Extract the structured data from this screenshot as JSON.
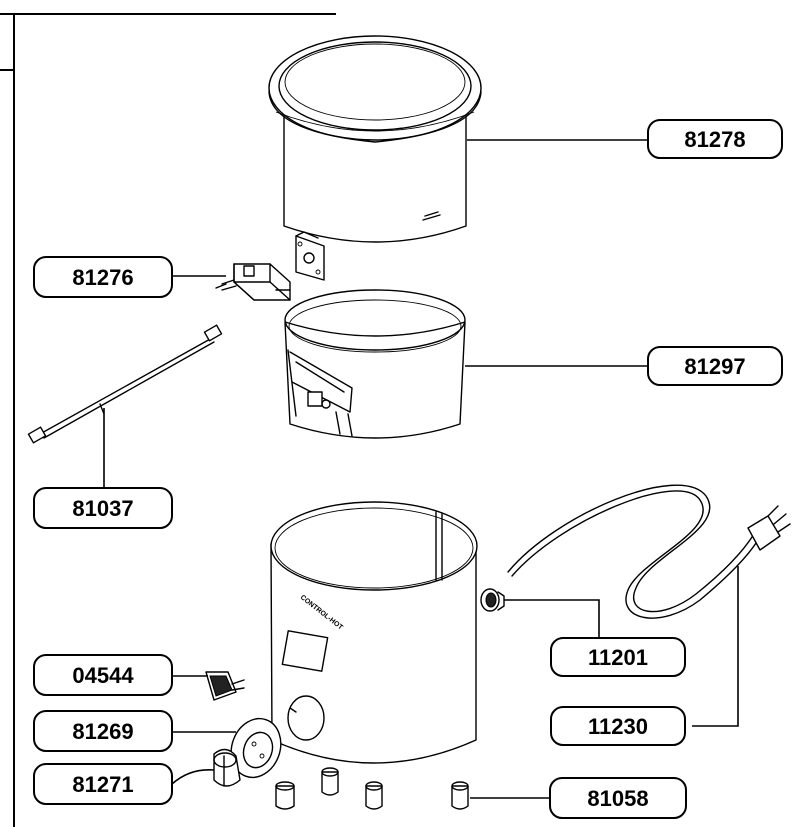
{
  "callouts": [
    {
      "id": "c81278",
      "label": "81278"
    },
    {
      "id": "c81276",
      "label": "81276"
    },
    {
      "id": "c81297",
      "label": "81297"
    },
    {
      "id": "c81037",
      "label": "81037"
    },
    {
      "id": "c11201",
      "label": "11201"
    },
    {
      "id": "c04544",
      "label": "04544"
    },
    {
      "id": "c11230",
      "label": "11230"
    },
    {
      "id": "c81269",
      "label": "81269"
    },
    {
      "id": "c81271",
      "label": "81271"
    },
    {
      "id": "c81058",
      "label": "81058"
    }
  ],
  "housing_brand_text": "CONTROL-HOT"
}
